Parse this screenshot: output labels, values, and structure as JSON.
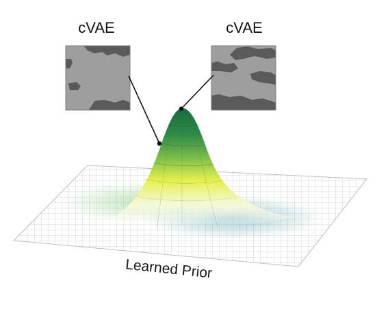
{
  "panels": [
    {
      "title": "cVAE"
    },
    {
      "title": "cVAE"
    }
  ],
  "caption": "Learned Prior",
  "colors": {
    "peak_top": "#1a6b3d",
    "peak_mid": "#4ba84a",
    "peak_low": "#e6ef4c",
    "teal_shadow": "#5aa5ad",
    "grid_line": "#c9c9c9",
    "sample_light": "#9e9e9e",
    "sample_dark": "#5a5a5a"
  }
}
